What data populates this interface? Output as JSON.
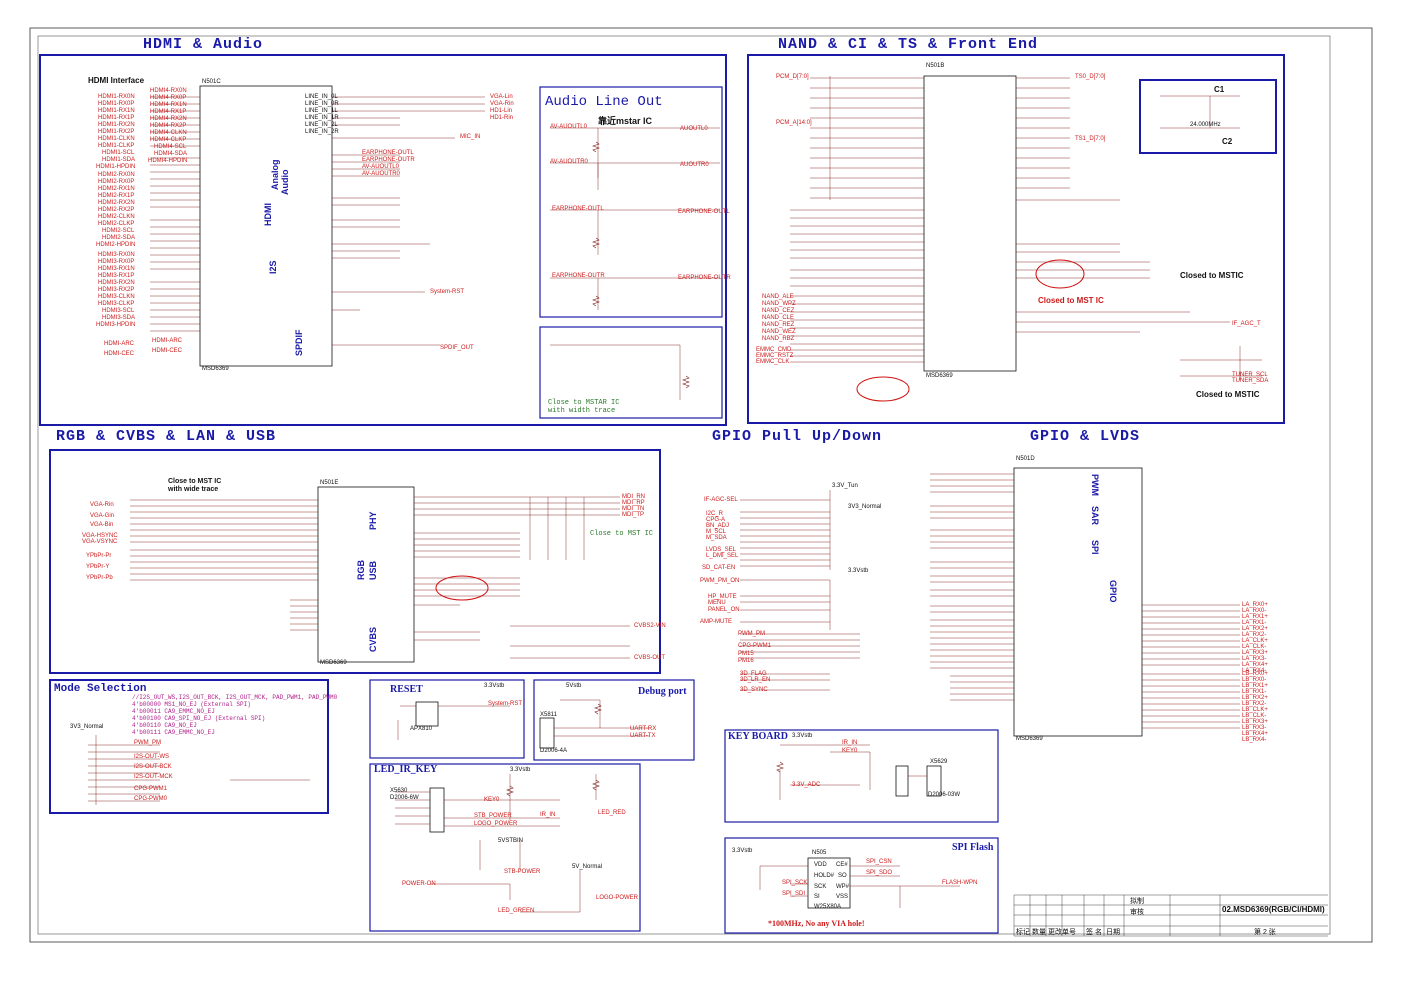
{
  "sections": {
    "hdmi_audio": "HDMI & Audio",
    "nand_ci": "NAND & CI & TS & Front End",
    "rgb_cvbs": "RGB & CVBS & LAN & USB",
    "gpio_pull": "GPIO Pull Up/Down",
    "gpio_lvds": "GPIO & LVDS"
  },
  "hdmi": {
    "interface_title": "HDMI Interface",
    "chip_ref": "N501C",
    "chip_name": "MSD6369",
    "label_analog": "Analog",
    "label_audio": "Audio",
    "label_hdmi": "HDMI",
    "label_i2s": "I2S",
    "label_spdif": "SPDIF",
    "left_nets": [
      "HDMI1-RX0N",
      "HDMI1-RX0P",
      "HDMI1-RX1N",
      "HDMI1-RX1P",
      "HDMI1-RX2N",
      "HDMI1-RX2P",
      "HDMI1-CLKN",
      "HDMI1-CLKP",
      "HDMI1-SCL",
      "HDMI1-SDA",
      "HDMI1-HPDIN"
    ],
    "left_nets_2": [
      "HDMI2-RX0N",
      "HDMI2-RX0P",
      "HDMI2-RX1N",
      "HDMI2-RX1P",
      "HDMI2-RX2N",
      "HDMI2-RX2P",
      "HDMI2-CLKN",
      "HDMI2-CLKP",
      "HDMI2-SCL",
      "HDMI2-SDA",
      "HDMI2-HPDIN"
    ],
    "left_nets_3": [
      "HDMI3-RX0N",
      "HDMI3-RX0P",
      "HDMI3-RX1N",
      "HDMI3-RX1P",
      "HDMI3-RX2N",
      "HDMI3-RX2P",
      "HDMI3-CLKN",
      "HDMI3-CLKP",
      "HDMI3-SCL",
      "HDMI3-SDA",
      "HDMI3-HPDIN"
    ],
    "left_nets_4": [
      "HDMI4-RX0N",
      "HDMI4-RX0P",
      "HDMI4-RX1N",
      "HDMI4-RX1P",
      "HDMI4-RX2N",
      "HDMI4-RX2P",
      "HDMI4-CLKN",
      "HDMI4-CLKP",
      "HDMI4-SCL",
      "HDMI4-SDA",
      "HDMI4-HPDIN"
    ],
    "arc": "HDMI-ARC",
    "cec": "HDMI-CEC",
    "line_in": [
      "LINE_IN_0L",
      "LINE_IN_0R",
      "LINE_IN_1L",
      "LINE_IN_1R",
      "LINE_IN_2L",
      "LINE_IN_2R"
    ],
    "audio_out": [
      "AV-AUOUTL0",
      "AV-AUOUTR0",
      "EARPHONE-OUTL",
      "EARPHONE-OUTR"
    ],
    "right_nets": [
      "VGA-Lin",
      "VGA-Rin",
      "HD1-Lin",
      "HD1-Rin",
      "MIC_IN",
      "System-RST",
      "SPDIF_OUT"
    ]
  },
  "audio_line_out": {
    "title": "Audio Line Out",
    "note": "靠近mstar IC",
    "outputs": [
      "AUOUTL0",
      "AUOUTR0",
      "EARPHONE-OUTL",
      "EARPHONE-OUTR"
    ],
    "close_note_1": "Close to MSTAR IC",
    "close_note_2": "with width trace"
  },
  "nand": {
    "chip_ref": "N501B",
    "chip_name": "MSD6369",
    "pcm_d": "PCM_D[7:0]",
    "pcm_a": "PCM_A[14:0]",
    "ts0": "TS0_D[7:0]",
    "ts1": "TS1_D[7:0]",
    "nand_nets": [
      "NAND_ALE",
      "NAND_WPZ",
      "NAND_CEZ",
      "NAND_CLE",
      "NAND_REZ",
      "NAND_WEZ",
      "NAND_RBZ"
    ],
    "emmc_nets": [
      "EMMC_CMD",
      "EMMC_RSTZ",
      "EMMC_CLK"
    ],
    "closed_note": "Closed to MST IC",
    "closed_note_2": "Closed to MSTIC",
    "closed_note_3": "Closed to MSTIC",
    "c2": "C2",
    "c1": "C1",
    "xtal": "24.000MHz",
    "tuner_nets": [
      "TUNER_SCL",
      "TUNER_SDA",
      "IF_AGC_T"
    ]
  },
  "rgb": {
    "close_note": "Close to MST IC",
    "close_note_2": "with wide trace",
    "chip_ref": "N501E",
    "chip_name": "MSD6369",
    "left_in": [
      "VGA-Rin",
      "VGA-Gin",
      "VGA-Bin",
      "VGA-HSYNC",
      "VGA-VSYNC",
      "YPbPr-Pr",
      "YPbPr-Y",
      "YPbPr-Pb"
    ],
    "label_phy": "PHY",
    "label_usb": "USB",
    "label_rgb": "RGB",
    "label_cvbs": "CVBS",
    "mdi": [
      "MDI_RN",
      "MDI_RP",
      "MDI_TN",
      "MDI_TP"
    ],
    "close_mst": "Close to MST IC",
    "cvbs": [
      "CVBS2-VIN",
      "CVBS-OUT"
    ]
  },
  "mode": {
    "title": "Mode Selection",
    "rows": [
      "//I2S_OUT_WS,I2S_OUT_BCK, I2S_OUT_MCK, PAD_PWM1, PAD_PWM0",
      "4'b00000  MS1_NO_EJ (External SPI)",
      "4'b00011  CA9_EMMC_NO_EJ",
      "4'b00100  CA9_SPI_NO_EJ (External SPI)",
      "4'b00110  CA9_NO_EJ",
      "4'b00111  CA9_EMMC_NO_EJ"
    ],
    "supply": "3V3_Normal",
    "nets": [
      "PWM_PM",
      "I2S-OUT-WS",
      "I2S-OUT-BCK",
      "I2S-OUT-MCK",
      "CPG-PWM1",
      "CPG-PWM0"
    ]
  },
  "gpio_pull": {
    "nets": [
      "IF-AGC-SEL",
      "I2C_R",
      "CPG-A",
      "BN_ADJ",
      "M_SCL",
      "M_SDA",
      "LVDS_SEL",
      "L_DMI_SEL",
      "SD_CAT-EN",
      "PWM_PM_ON",
      "HP_MUTE",
      "MENU",
      "PANEL_ON",
      "AMP-MUTE",
      "PWM_PM",
      "CPG-PWM1",
      "PM15",
      "PM16",
      "3D_FLAG",
      "3D_LR_EN",
      "3D_SYNC"
    ],
    "supply": "3.3V_Tun",
    "supply_2": "3V3_Normal",
    "supply_3": "3.3Vstb"
  },
  "gpio_lvds": {
    "chip_ref": "N501D",
    "chip_name": "MSD6369",
    "label_pwm": "PWM",
    "label_sar": "SAR",
    "label_spi": "SPI",
    "label_gpio": "GPIO",
    "lvds_a": [
      "LA_RX0+",
      "LA_RX0-",
      "LA_RX1+",
      "LA_RX1-",
      "LA_RX2+",
      "LA_RX2-",
      "LA_CLK+",
      "LA_CLK-",
      "LA_RX3+",
      "LA_RX3-",
      "LA_RX4+",
      "LA_RX4-"
    ],
    "lvds_b": [
      "LB_RX0+",
      "LB_RX0-",
      "LB_RX1+",
      "LB_RX1-",
      "LB_RX2+",
      "LB_RX2-",
      "LB_CLK+",
      "LB_CLK-",
      "LB_RX3+",
      "LB_RX3-",
      "LB_RX4+",
      "LB_RX4-"
    ]
  },
  "reset": {
    "title": "RESET",
    "chip": "APX810",
    "supply": "3.3Vstb",
    "net": "System-RST"
  },
  "debug": {
    "title": "Debug port",
    "supply": "5Vstb",
    "nets": [
      "UART-RX",
      "UART-TX"
    ],
    "conn": "X5811",
    "conn_part": "D2006-4A"
  },
  "led_ir": {
    "title": "LED_IR_KEY",
    "conn": "X5630",
    "conn_part": "D2006-6W",
    "nets": [
      "KEY0",
      "STB_POWER",
      "LOGO_POWER",
      "IR_IN",
      "POWER-ON",
      "LED_GREEN",
      "LED_RED",
      "STB-POWER",
      "LOGO-POWER"
    ],
    "supply": "3.3Vstb",
    "supply_2": "5V_Normal",
    "supply_3": "5VSTBIN"
  },
  "keyboard": {
    "title": "KEY BOARD",
    "supply": "3.3Vstb",
    "nets": [
      "KEY0",
      "IR_IN",
      "3.3V_ADC"
    ],
    "conn": "X5629",
    "conn_part": "D2006-03W"
  },
  "spi_flash": {
    "title": "SPI Flash",
    "chip_ref": "N505",
    "chip": "W25X80A",
    "pins": [
      "VDD",
      "HOLD#",
      "SCK",
      "SI",
      "CE#",
      "SO",
      "WP#",
      "VSS"
    ],
    "nets": [
      "SPI_CSN",
      "SPI_SDO",
      "SPI_SCK",
      "SPI_SDI",
      "FLASH-WPN"
    ],
    "supply": "3.3Vstb",
    "note": "*100MHz, No any VIA hole!"
  },
  "title_block": {
    "drawn": "拟制",
    "review": "审核",
    "title": "02.MSD6369(RGB/CI/HDMI)",
    "page": "第 2 张",
    "cols": [
      "标记",
      "数量",
      "更改单号",
      "签 名",
      "日期"
    ]
  },
  "colors": {
    "box": "#1a1aa8",
    "net": "#cc1a1a",
    "wire": "#7a1a1a",
    "black": "#111111"
  }
}
